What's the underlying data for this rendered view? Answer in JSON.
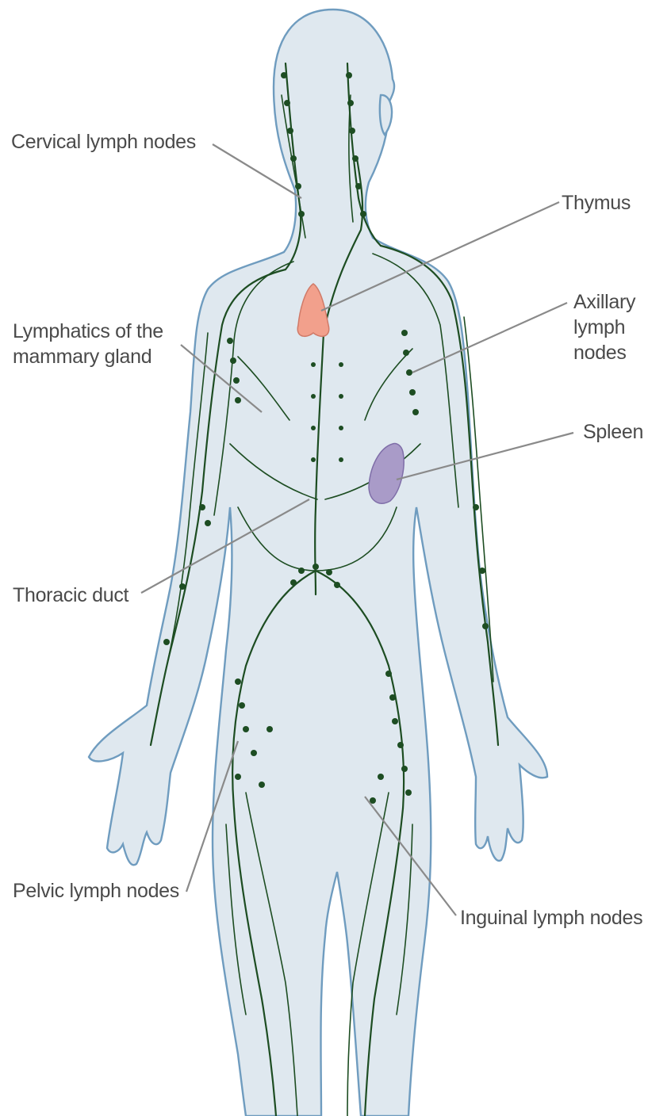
{
  "diagram": {
    "labels": {
      "cervical": "Cervical lymph nodes",
      "thymus": "Thymus",
      "axillary": "Axillary\nlymph\nnodes",
      "mammary": "Lymphatics of the\nmammary gland",
      "spleen": "Spleen",
      "thoracic": "Thoracic duct",
      "pelvic": "Pelvic lymph nodes",
      "inguinal": "Inguinal lymph nodes"
    },
    "colors": {
      "body_fill": "#dfe8ef",
      "body_outline": "#6f9cbf",
      "lymph_vessels": "#1d4d22",
      "thymus": "#f2a08c",
      "spleen": "#a99bc8",
      "leader_lines": "#8a8a8a"
    }
  }
}
